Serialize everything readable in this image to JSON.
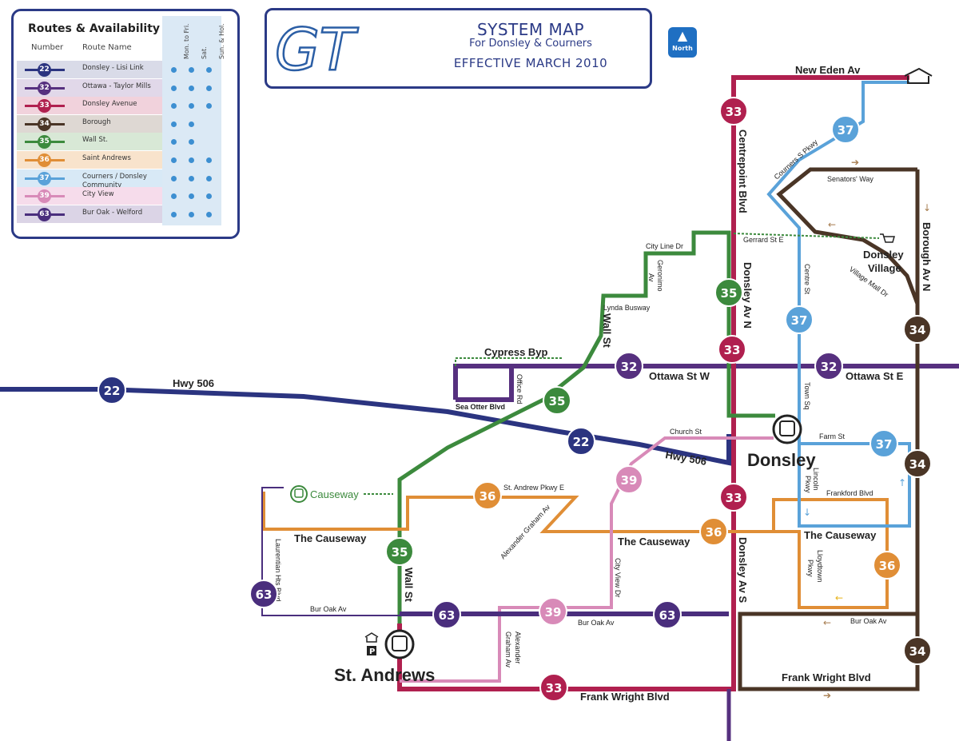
{
  "legend": {
    "title": "Routes & Availability",
    "col_number": "Number",
    "col_route": "Route Name",
    "avail_heads": [
      "Mon. to Fri.",
      "Sat.",
      "Sun. & Hol."
    ],
    "routes": [
      {
        "num": "22",
        "name": "Donsley - Lisi Link",
        "color": "#2b3480",
        "bg": "#d9dbe8",
        "days": [
          true,
          true,
          true
        ]
      },
      {
        "num": "32",
        "name": "Ottawa - Taylor Mills",
        "color": "#56307f",
        "bg": "#e1d8e9",
        "days": [
          true,
          true,
          true
        ]
      },
      {
        "num": "33",
        "name": "Donsley Avenue",
        "color": "#b0204f",
        "bg": "#f1d2dc",
        "days": [
          true,
          true,
          true
        ]
      },
      {
        "num": "34",
        "name": "Borough",
        "color": "#4a3526",
        "bg": "#ded8d3",
        "days": [
          true,
          true,
          false
        ]
      },
      {
        "num": "35",
        "name": "Wall St.",
        "color": "#3c8a3d",
        "bg": "#d8e8d6",
        "days": [
          true,
          true,
          false
        ]
      },
      {
        "num": "36",
        "name": "Saint Andrews",
        "color": "#e08e36",
        "bg": "#f8e3cc",
        "days": [
          true,
          true,
          true
        ]
      },
      {
        "num": "37",
        "name": "Courners / Donsley Community",
        "color": "#5aa2d9",
        "bg": "#d8e9f6",
        "days": [
          true,
          true,
          true
        ]
      },
      {
        "num": "39",
        "name": "City View",
        "color": "#d88ab8",
        "bg": "#f6dceb",
        "days": [
          true,
          true,
          true
        ]
      },
      {
        "num": "63",
        "name": "Bur Oak - Welford",
        "color": "#4a2e7d",
        "bg": "#dbd4e6",
        "days": [
          true,
          true,
          true
        ]
      }
    ]
  },
  "title": {
    "logo": "GT",
    "line1": "SYSTEM MAP",
    "line2": "For Donsley & Courners",
    "line3": "EFFECTIVE MARCH 2010"
  },
  "north": "North",
  "colors": {
    "r22": "#2b3480",
    "r32": "#56307f",
    "r33": "#b0204f",
    "r34": "#4a3526",
    "r35": "#3c8a3d",
    "r36": "#e08e36",
    "r37": "#5aa2d9",
    "r39": "#d88ab8",
    "r63": "#4a2e7d"
  },
  "streets": {
    "new_eden": "New Eden Av",
    "centrepoint": "Centrepoint Blvd",
    "courners_pkwy": "Courners S Pkwy",
    "senators": "Senators' Way",
    "borough_n": "Borough Av N",
    "gerrard": "Gerrard St E",
    "donsley_village_1": "Donsley",
    "donsley_village_2": "Village",
    "village_mall": "Village Mall Dr",
    "city_line": "City Line Dr",
    "geronimo_1": "Geronimo",
    "geronimo_2": "Av",
    "donsley_av_n": "Donsley Av N",
    "centre_st": "Centre St",
    "lynda": "Lynda Busway",
    "wall_st": "Wall St",
    "cypress": "Cypress Byp",
    "ottawa_w": "Ottawa St W",
    "ottawa_e": "Ottawa St E",
    "hwy506_w": "Hwy 506",
    "hwy506_e": "Hwy 506",
    "office_rd": "Office Rd",
    "sea_otter": "Sea Otter Blvd",
    "town_sq": "Town Sq",
    "church": "Church St",
    "farm": "Farm St",
    "donsley": "Donsley",
    "st_andrew_pkwy": "St. Andrew Pkwy E",
    "causeway_station": "Causeway",
    "the_causeway_w": "The Causeway",
    "alexander_graham": "Alexander Graham Av",
    "the_causeway_c": "The Causeway",
    "lincoln_1": "Lincoln",
    "lincoln_2": "Pkwy",
    "frankford": "Frankford Blvd",
    "the_causeway_e": "The Causeway",
    "laurentian": "Laurentian Hts Blvd",
    "wall_st_s": "Wall St",
    "city_view": "City View Dr",
    "donsley_av_s": "Donsley Av S",
    "lloydtown_1": "Lloydtown",
    "lloydtown_2": "Pkwy",
    "bur_oak_w": "Bur Oak Av",
    "bur_oak_c": "Bur Oak Av",
    "bur_oak_e": "Bur Oak Av",
    "alexander_graham_s_1": "Alexander",
    "alexander_graham_s_2": "Graham Av",
    "st_andrews": "St. Andrews",
    "frank_wright_w": "Frank Wright Blvd",
    "frank_wright_e": "Frank Wright Blvd"
  }
}
